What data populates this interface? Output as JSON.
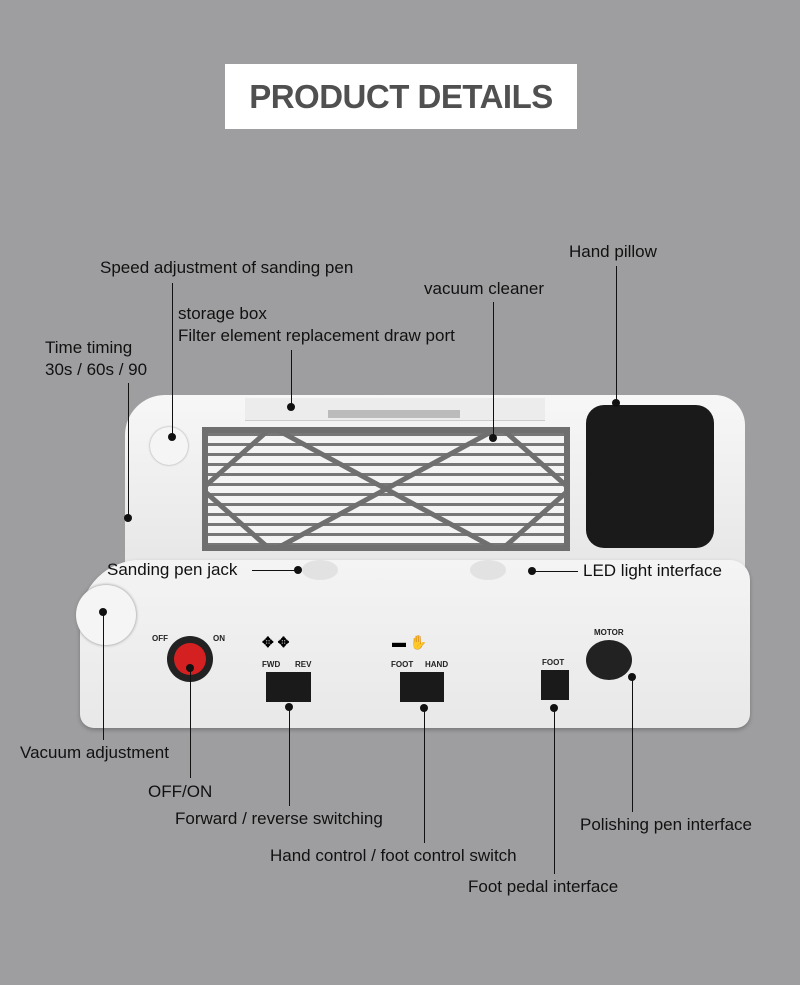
{
  "title": "PRODUCT DETAILS",
  "labels": {
    "speed": "Speed adjustment of sanding pen",
    "storage": "storage box",
    "filter": "Filter element replacement draw port",
    "time1": "Time timing",
    "time2": "30s / 60s / 90",
    "vacuum_cleaner": "vacuum cleaner",
    "hand_pillow": "Hand pillow",
    "sanding_jack": "Sanding pen jack",
    "led": "LED light interface",
    "vacuum_adj": "Vacuum adjustment",
    "offon": "OFF/ON",
    "fwdrev": "Forward / reverse switching",
    "handfoot": "Hand control / foot control switch",
    "foot_pedal": "Foot pedal interface",
    "polishing": "Polishing pen interface"
  },
  "panel": {
    "off": "OFF",
    "on": "ON",
    "fwd": "FWD",
    "rev": "REV",
    "foot": "FOOT",
    "hand": "HAND",
    "foot2": "FOOT",
    "motor": "MOTOR"
  },
  "colors": {
    "background": "#9e9ea0",
    "power_switch": "#d42020",
    "device": "#f2f2f2"
  }
}
